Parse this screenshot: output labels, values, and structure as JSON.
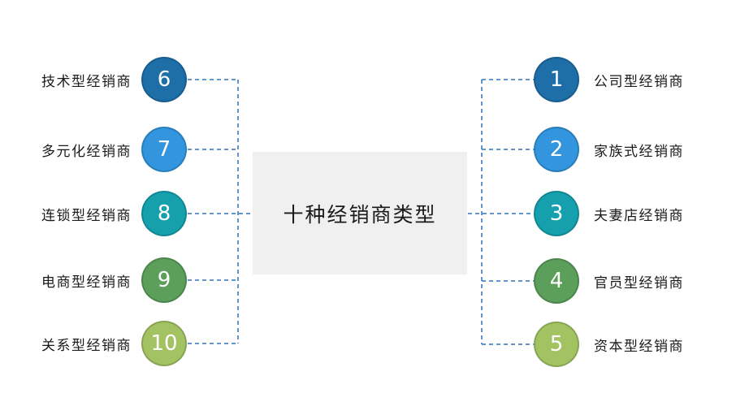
{
  "center_box": {
    "title": "十种经销商类型",
    "background": "#F0F0F0"
  },
  "colors": {
    "connector": "#2E74B5",
    "dark_blue": "#1E6EA8",
    "bright_blue": "#3295DD",
    "teal": "#16A0AE",
    "green": "#5B9F5B",
    "lime": "#A3C363"
  },
  "left_items": [
    {
      "number": "6",
      "label": "技术型经销商",
      "color": "#1E6EA8"
    },
    {
      "number": "7",
      "label": "多元化经销商",
      "color": "#3295DD"
    },
    {
      "number": "8",
      "label": "连锁型经销商",
      "color": "#16A0AE"
    },
    {
      "number": "9",
      "label": "电商型经销商",
      "color": "#5B9F5B"
    },
    {
      "number": "10",
      "label": "关系型经销商",
      "color": "#A3C363"
    }
  ],
  "right_items": [
    {
      "number": "1",
      "label": "公司型经销商",
      "color": "#1E6EA8"
    },
    {
      "number": "2",
      "label": "家族式经销商",
      "color": "#3295DD"
    },
    {
      "number": "3",
      "label": "夫妻店经销商",
      "color": "#16A0AE"
    },
    {
      "number": "4",
      "label": "官员型经销商",
      "color": "#5B9F5B"
    },
    {
      "number": "5",
      "label": "资本型经销商",
      "color": "#A3C363"
    }
  ]
}
